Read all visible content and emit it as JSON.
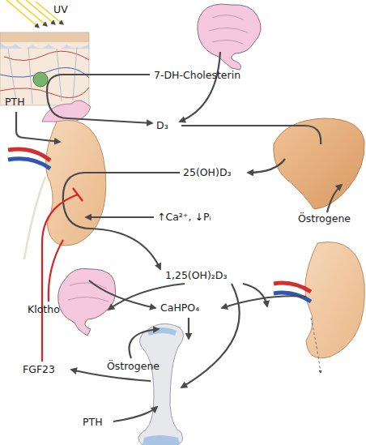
{
  "diagram": {
    "labels": [
      "UV",
      "7-DH-Cholesterin",
      "D₃",
      "PTH",
      "25(OH)D₃",
      "↑Ca²⁺,  ↓Pᵢ",
      "Östrogene",
      "Klotho",
      "1,25(OH)₂D₃",
      "CaHPO₄",
      "Östrogene",
      "FGF23",
      "PTH"
    ]
  }
}
